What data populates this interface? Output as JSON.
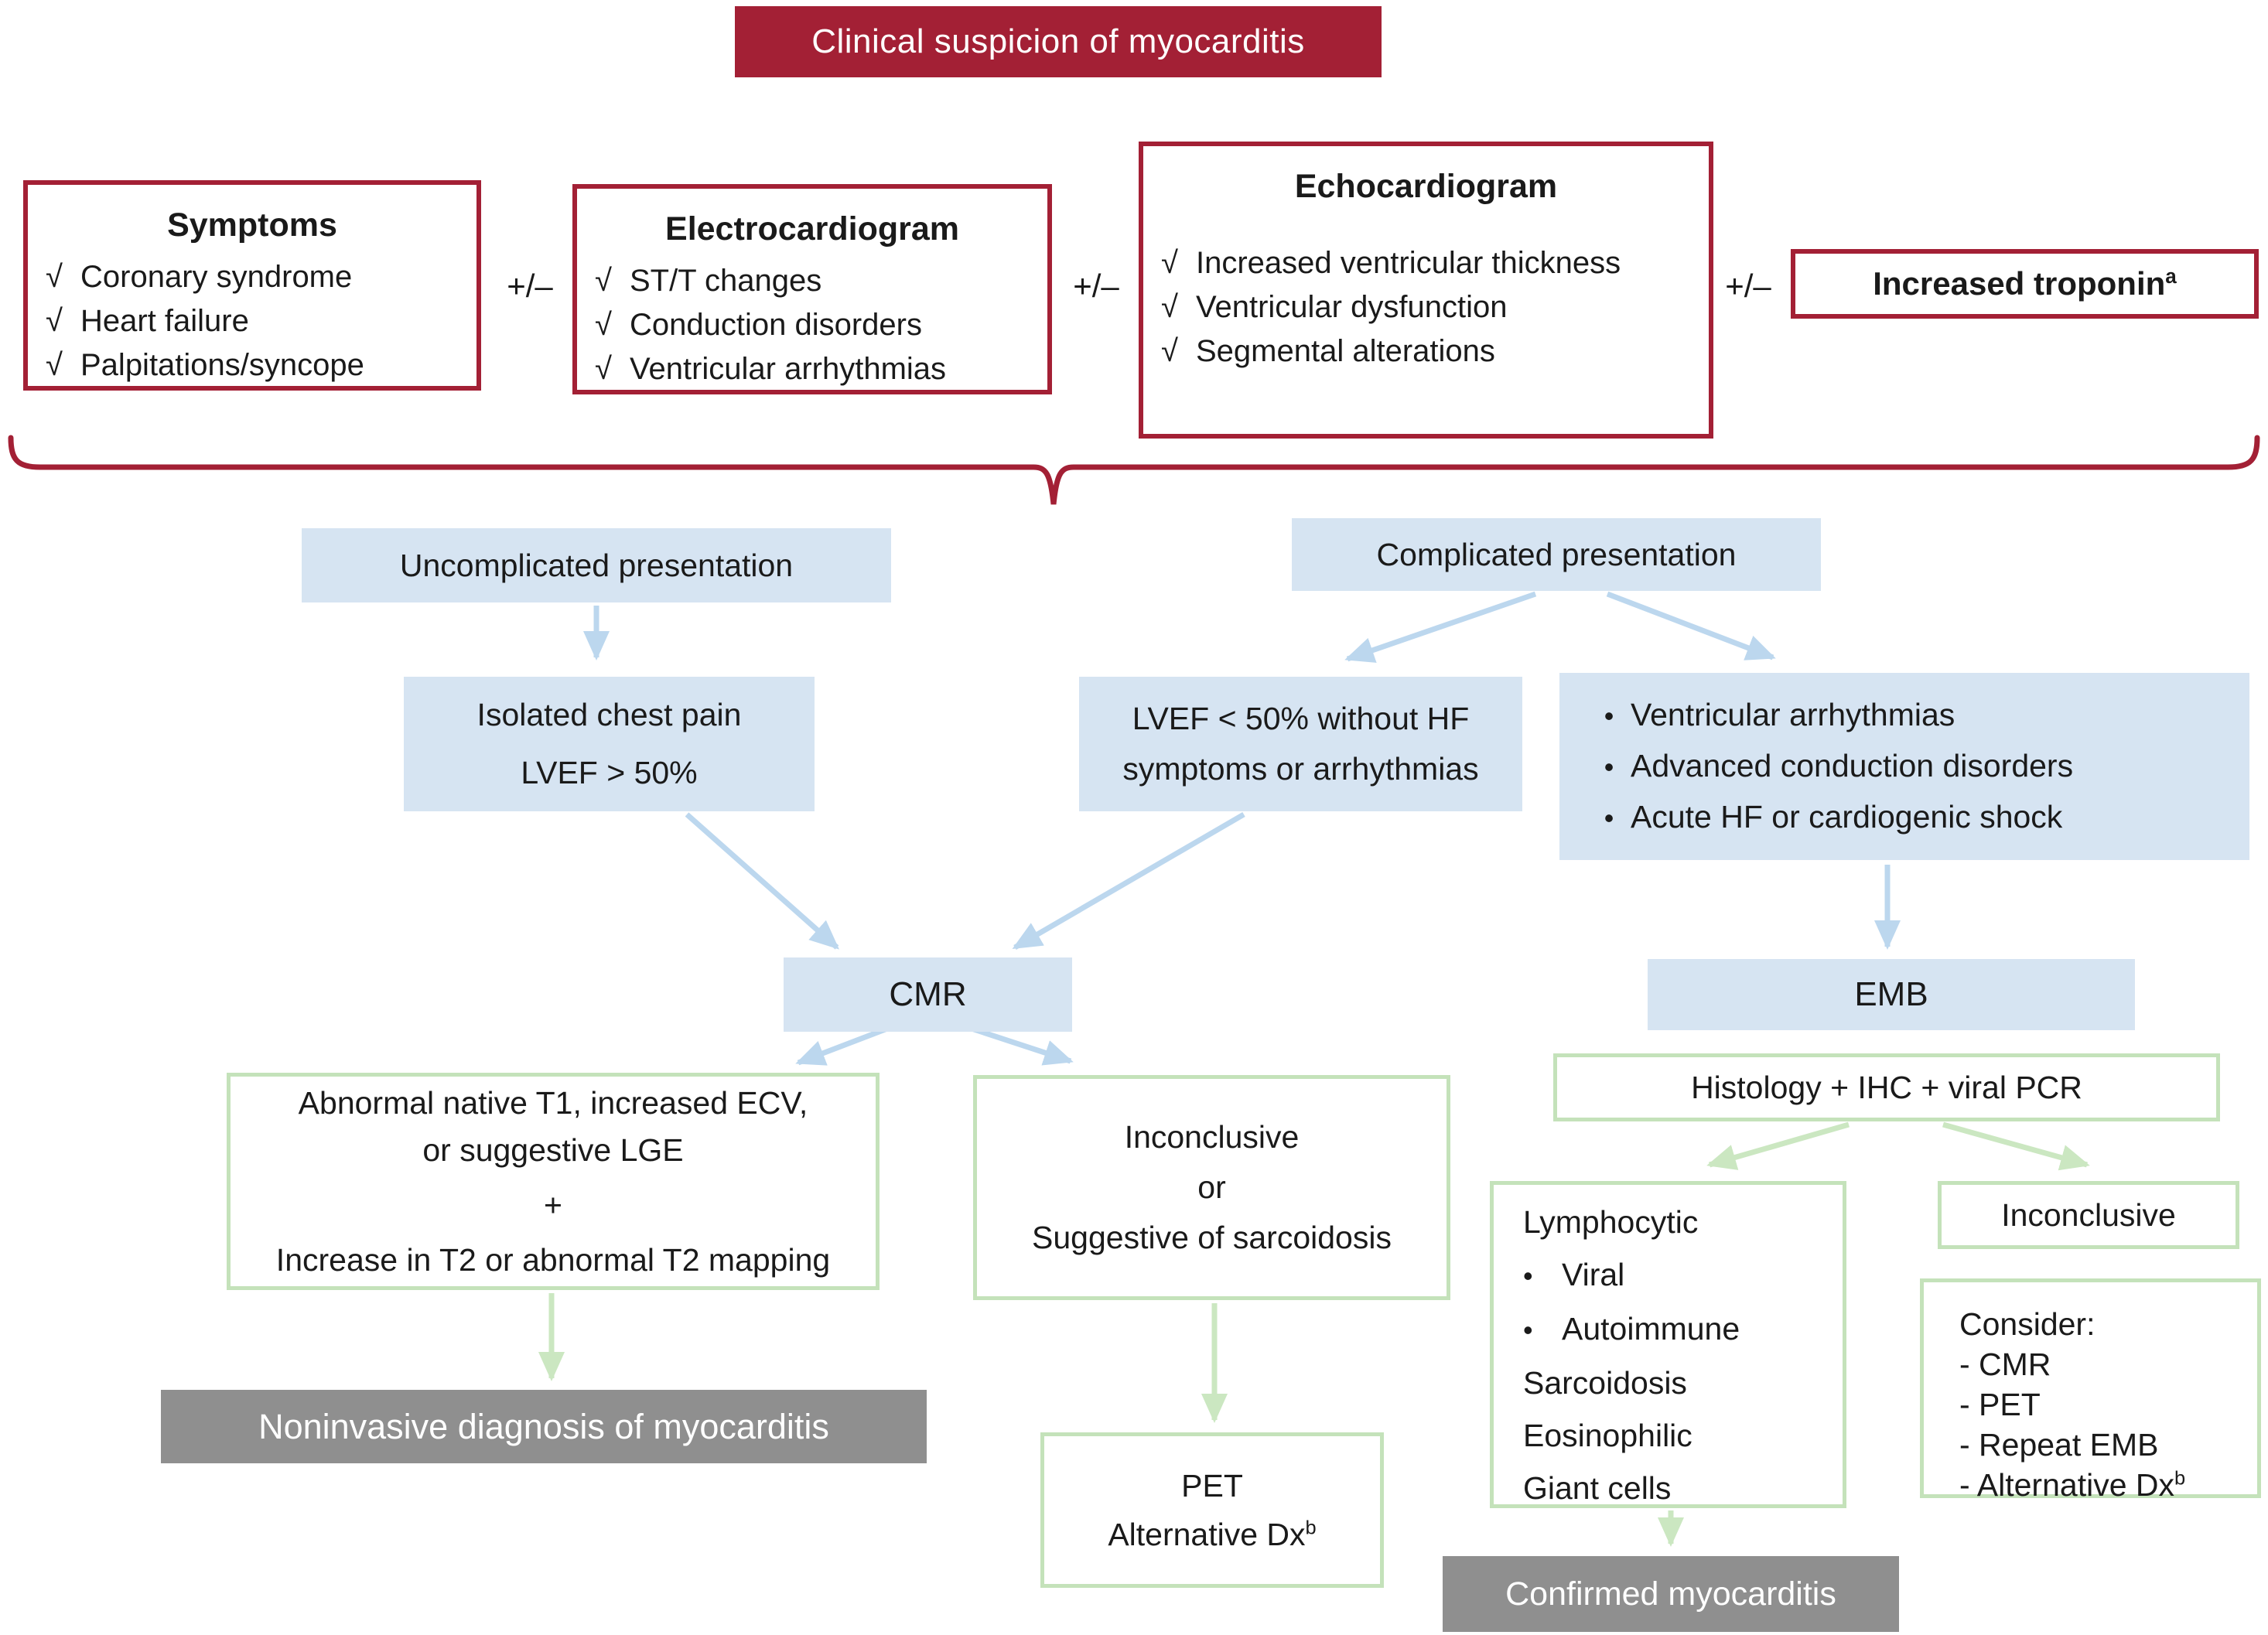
{
  "banner": {
    "text": "Clinical suspicion of myocarditis"
  },
  "plus_minus": "+/–",
  "icons": {
    "check": "√",
    "bullet": "•"
  },
  "criteria_boxes": {
    "symptoms": {
      "title": "Symptoms",
      "items": [
        "Coronary syndrome",
        "Heart failure",
        "Palpitations/syncope"
      ]
    },
    "ecg": {
      "title": "Electrocardiogram",
      "items": [
        "ST/T changes",
        "Conduction disorders",
        "Ventricular arrhythmias"
      ]
    },
    "echo": {
      "title": "Echocardiogram",
      "items": [
        "Increased ventricular thickness",
        "Ventricular dysfunction",
        "Segmental alterations"
      ]
    },
    "troponin": {
      "title": "Increased troponin",
      "sup": "a"
    }
  },
  "presentation": {
    "uncomplicated": "Uncomplicated presentation",
    "complicated": "Complicated presentation"
  },
  "uncomplicated_criteria": {
    "line1": "Isolated chest pain",
    "line2": "LVEF > 50%"
  },
  "complicated_criteria_left": {
    "line1": "LVEF < 50% without HF",
    "line2": "symptoms or arrhythmias"
  },
  "complicated_criteria_right": {
    "items": [
      "Ventricular arrhythmias",
      "Advanced conduction disorders",
      "Acute HF or cardiogenic shock"
    ]
  },
  "tests": {
    "cmr": "CMR",
    "emb": "EMB"
  },
  "cmr_outcomes": {
    "positive": {
      "line1": "Abnormal native T1, increased ECV,",
      "line2": "or suggestive LGE",
      "line3": "+",
      "line4": "Increase in T2 or abnormal T2 mapping"
    },
    "inconclusive": {
      "line1": "Inconclusive",
      "line2": "or",
      "line3": "Suggestive of sarcoidosis"
    }
  },
  "pet_box": {
    "line1": "PET",
    "line2": "Alternative Dx",
    "sup": "b"
  },
  "emb_workup": {
    "title": "Histology + IHC + viral PCR"
  },
  "emb_outcomes": {
    "lymphocytic": {
      "rows": [
        "Lymphocytic",
        "Viral",
        "Autoimmune",
        "Sarcoidosis",
        "Eosinophilic",
        "Giant cells"
      ]
    },
    "inconclusive": "Inconclusive",
    "consider": {
      "title": "Consider:",
      "items": [
        "- CMR",
        "- PET",
        "- Repeat EMB",
        "- Alternative Dx"
      ],
      "sup": "b"
    }
  },
  "results": {
    "noninvasive": "Noninvasive diagnosis of myocarditis",
    "confirmed": "Confirmed myocarditis"
  },
  "colors": {
    "red": "#A32035",
    "blue_fill": "#D6E4F2",
    "blue_arrow": "#BCD7EE",
    "green_border": "#C4E2BA",
    "green_arrow": "#CBE7C1",
    "gray_fill": "#8F8F8F"
  }
}
